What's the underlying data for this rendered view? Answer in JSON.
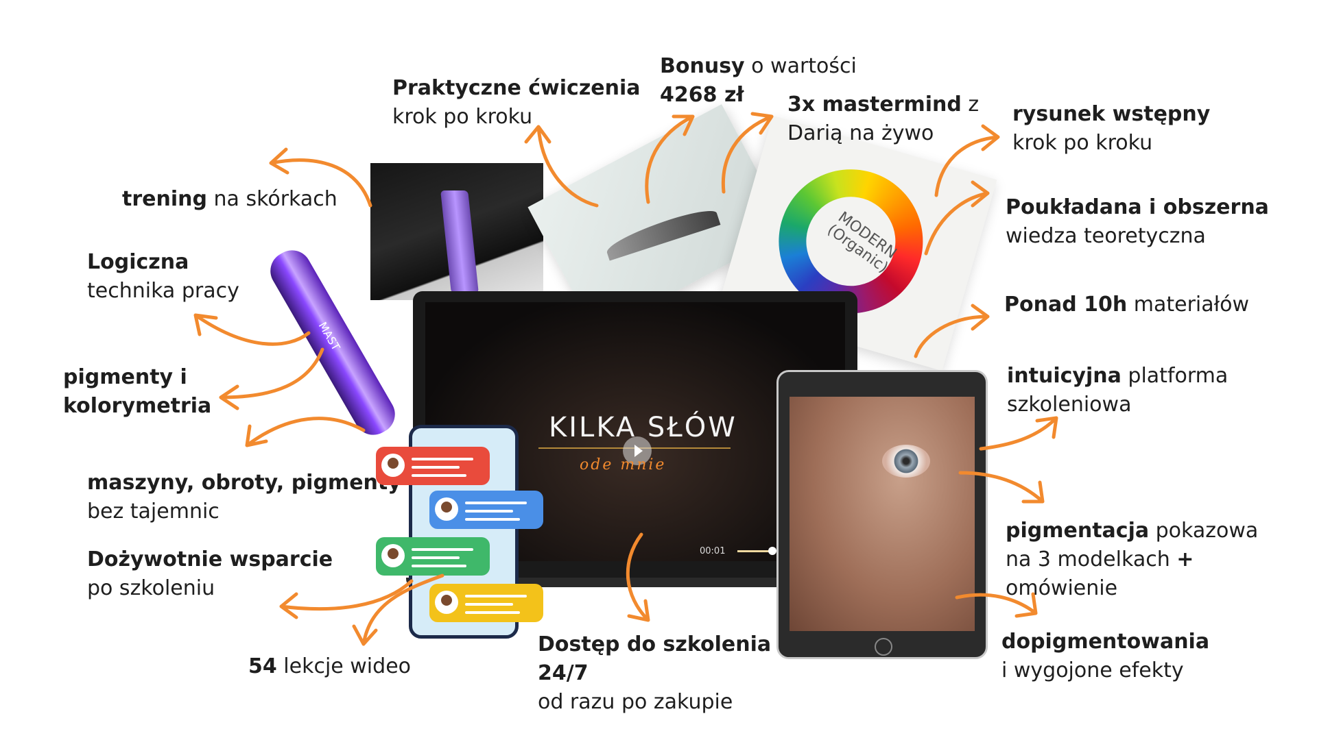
{
  "labels": {
    "praktyczne": {
      "bold": "Praktyczne ćwiczenia",
      "line2": "krok po kroku"
    },
    "bonusy": {
      "bold": "Bonusy",
      "rest": " o wartości",
      "line2": "4268 zł"
    },
    "mastermind": {
      "bold": "3x mastermind",
      "rest": " z",
      "line2": "Darią na żywo"
    },
    "rysunek": {
      "bold": "rysunek wstępny",
      "line2": "krok po kroku"
    },
    "trening": {
      "bold": "trening",
      "rest": " na skórkach"
    },
    "poukladana": {
      "bold": "Poukładana i obszerna",
      "line2": "wiedza teoretyczna"
    },
    "logiczna": {
      "bold": "Logiczna",
      "line2": "technika pracy"
    },
    "ponad": {
      "bold": "Ponad 10h",
      "rest": " materiałów"
    },
    "pigmenty": {
      "line1": "pigmenty i",
      "line2": "kolorymetria"
    },
    "intuicyjna": {
      "bold": "intuicyjna",
      "rest": " platforma",
      "line2": "szkoleniowa"
    },
    "maszyny": {
      "bold": "maszyny, obroty, pigmenty",
      "line2": "bez tajemnic"
    },
    "pigmentacja": {
      "bold": "pigmentacja",
      "rest": " pokazowa",
      "line2": "na 3 modelkach ",
      "plus": "+",
      "line3": "omówienie"
    },
    "dozywotnie": {
      "bold": "Dożywotnie wsparcie",
      "line2": "po szkoleniu"
    },
    "dopigmentowania": {
      "bold": "dopigmentowania",
      "line2": "i wygojone efekty"
    },
    "lekcje": {
      "bold": "54",
      "rest": " lekcje wideo"
    },
    "dostep": {
      "bold": "Dostęp do szkolenia",
      "line2": "24/7",
      "line3": "od razu po zakupie"
    }
  },
  "video": {
    "title": "KILKA SŁÓW",
    "subtitle": "ode mnie",
    "time": "00:01"
  },
  "pen": {
    "brand": "MAST"
  },
  "color_card": {
    "text1": "MODERN",
    "text2": "(Organic)"
  },
  "colors": {
    "accent": "#f28a2e",
    "text": "#1e1e1e"
  }
}
